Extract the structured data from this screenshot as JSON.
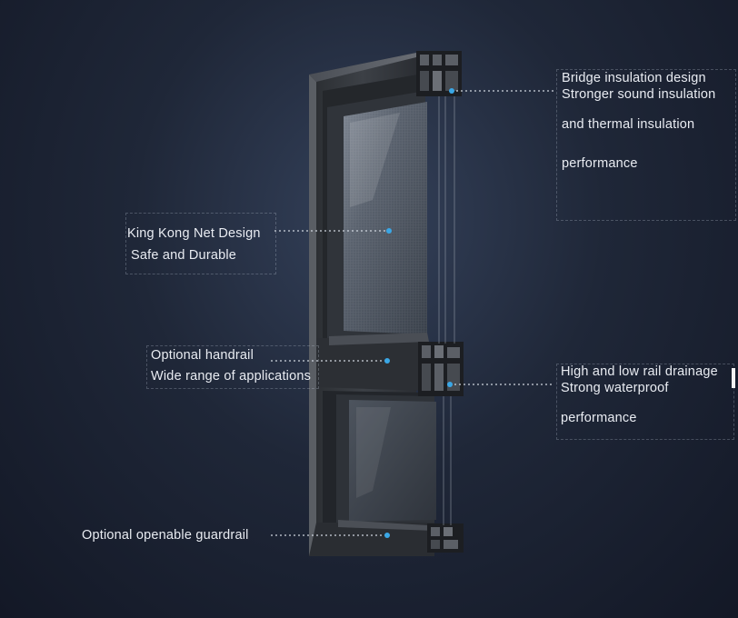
{
  "callouts": {
    "top_right": {
      "lines": [
        "Bridge insulation design",
        "Stronger sound insulation",
        "and thermal insulation",
        "performance"
      ]
    },
    "net": {
      "lines": [
        "King Kong Net Design",
        "Safe and Durable"
      ]
    },
    "handrail": {
      "lines": [
        "Optional handrail",
        "Wide range of applications"
      ]
    },
    "drainage": {
      "lines": [
        "High and low rail drainage",
        "Strong waterproof",
        "performance"
      ]
    },
    "guardrail": {
      "lines": [
        "Optional openable guardrail"
      ]
    }
  },
  "colors": {
    "marker": "#3aa7e6",
    "frame": "#3a3d42",
    "text": "#e9ecf2"
  }
}
